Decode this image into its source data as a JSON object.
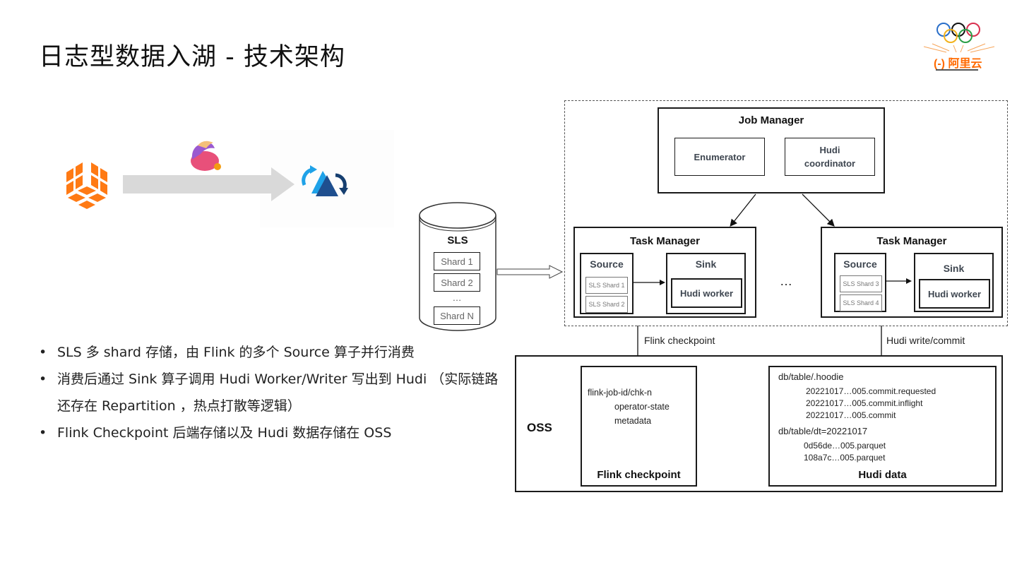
{
  "slide": {
    "title": "日志型数据入湖 - 技术架构",
    "logo": {
      "icon": "alibaba-cloud-olympic-logo",
      "text": "阿里云"
    },
    "flow": {
      "source_icon": "sls-cube-icon",
      "engine_icon": "flink-squirrel-icon",
      "target_icon": "hudi-icon",
      "arrow_color": "#d9d9d9"
    },
    "sls": {
      "label": "SLS",
      "shards": [
        "Shard 1",
        "Shard 2",
        "Shard N"
      ],
      "ellipsis": "…"
    },
    "job_manager": {
      "title": "Job Manager",
      "enumerator": "Enumerator",
      "coordinator_line1": "Hudi",
      "coordinator_line2": "coordinator"
    },
    "task_managers": [
      {
        "title": "Task Manager",
        "source_label": "Source",
        "shards": [
          "SLS Shard 1",
          "SLS Shard 2"
        ],
        "sink_label": "Sink",
        "worker_label": "Hudi worker"
      },
      {
        "title": "Task Manager",
        "source_label": "Source",
        "shards": [
          "SLS Shard 3",
          "SLS Shard 4"
        ],
        "sink_label": "Sink",
        "worker_label": "Hudi worker"
      }
    ],
    "tm_ellipsis": "…",
    "edges": {
      "checkpoint_label": "Flink checkpoint",
      "commit_label": "Hudi write/commit"
    },
    "oss": {
      "label": "OSS",
      "checkpoint_box": {
        "lines": [
          "flink-job-id/chk-n",
          "operator-state",
          "metadata"
        ],
        "title": "Flink checkpoint"
      },
      "hudi_box": {
        "hoodie_dir": "db/table/.hoodie",
        "hoodie_files": [
          "20221017…005.commit.requested",
          "20221017…005.commit.inflight",
          "20221017…005.commit"
        ],
        "partition_dir": "db/table/dt=20221017",
        "parquet_files": [
          "0d56de…005.parquet",
          "108a7c…005.parquet"
        ],
        "title": "Hudi data"
      }
    },
    "bullets": [
      {
        "marker": "•",
        "text": "SLS 多 shard 存储，由 Flink 的多个 Source 算子并行消费"
      },
      {
        "marker": "•",
        "text": "消费后通过 Sink 算子调用 Hudi Worker/Writer 写出到 Hudi （实际链路还存在 Repartition ，热点打散等逻辑）"
      },
      {
        "marker": "•",
        "text": "Flink Checkpoint 后端存储以及 Hudi 数据存储在 OSS"
      }
    ]
  }
}
